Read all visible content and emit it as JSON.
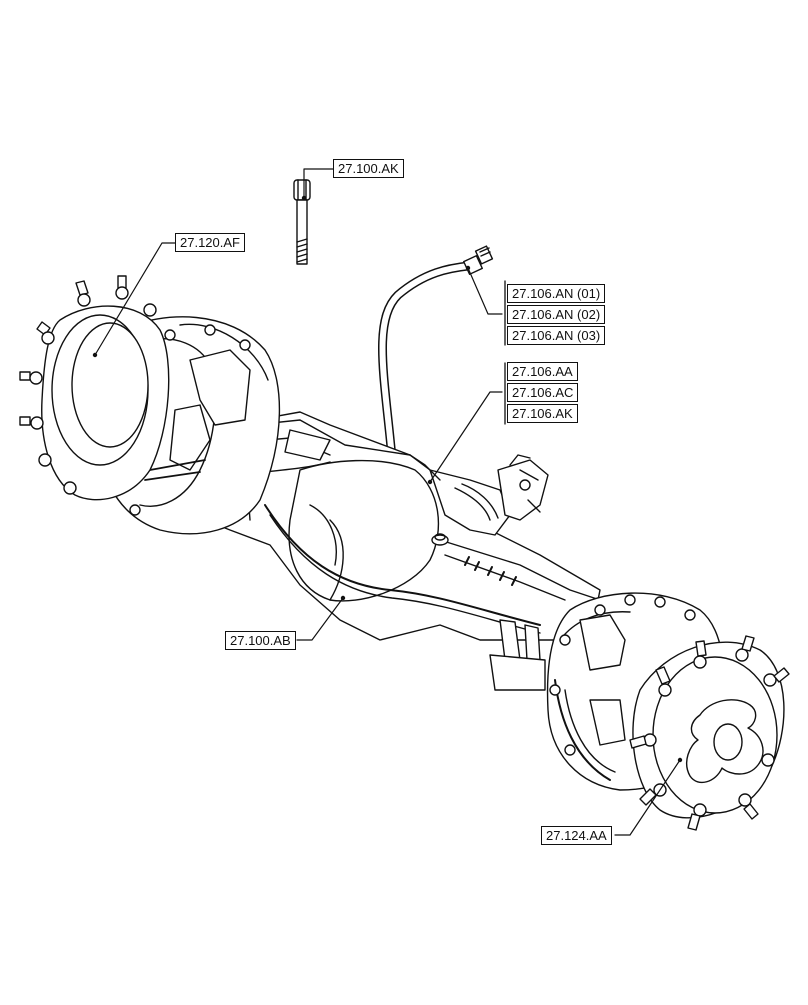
{
  "diagram": {
    "callouts": {
      "bolt": "27.100.AK",
      "left_hub": "27.120.AF",
      "hose_1": "27.106.AN (01)",
      "hose_2": "27.106.AN (02)",
      "hose_3": "27.106.AN (03)",
      "diff_1": "27.106.AA",
      "diff_2": "27.106.AC",
      "diff_3": "27.106.AK",
      "housing": "27.100.AB",
      "right_hub": "27.124.AA"
    }
  }
}
